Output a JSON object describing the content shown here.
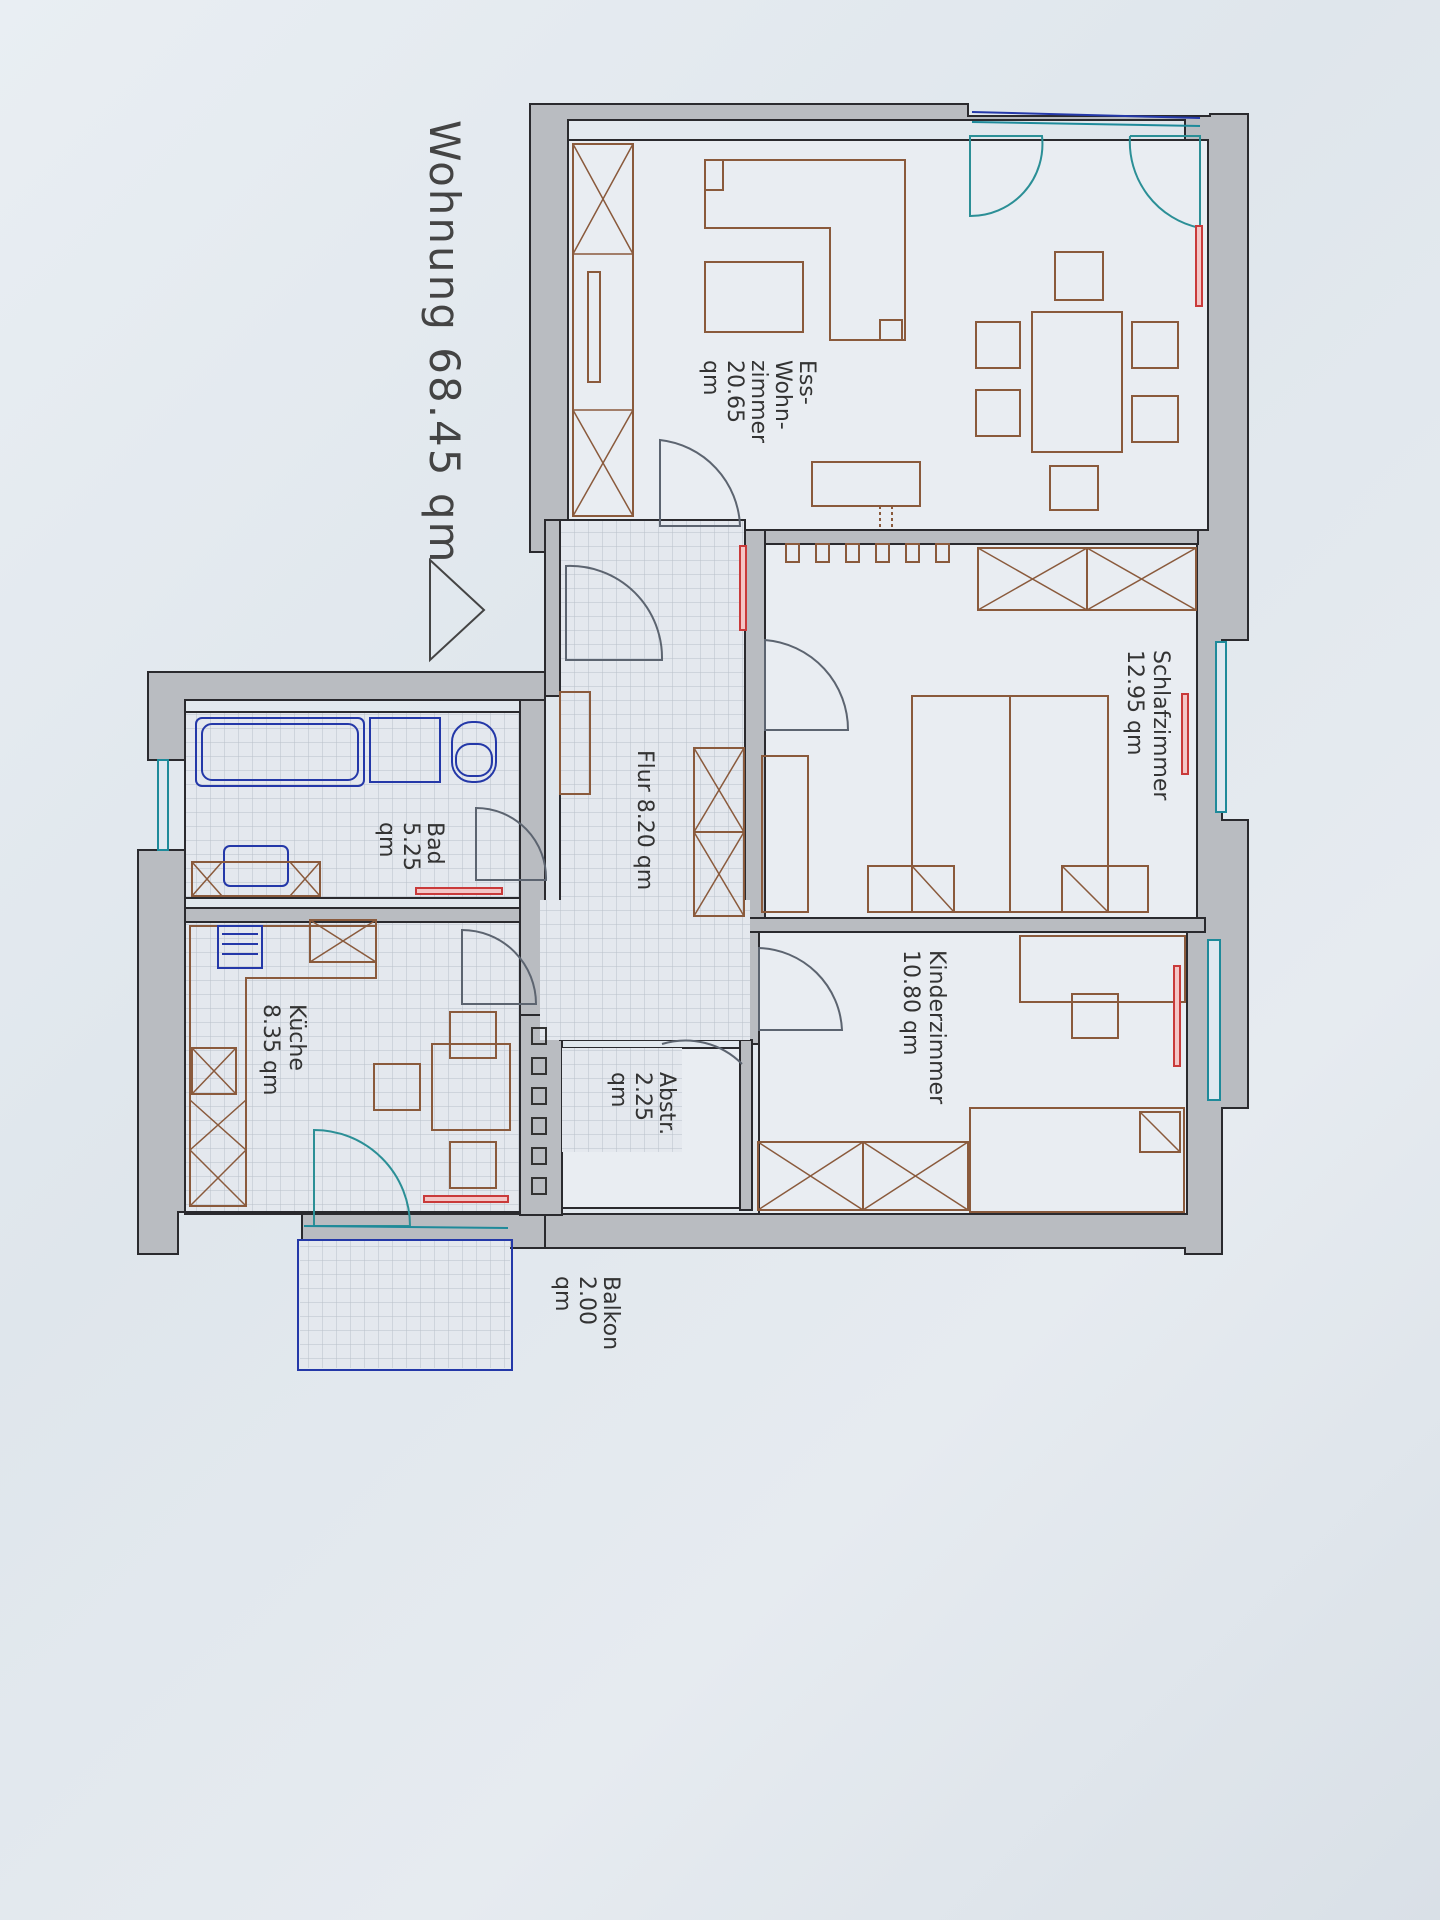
{
  "title": "Wohnung 68.45 qm",
  "rooms": {
    "ess_wohn": {
      "l1": "Ess-",
      "l2": "Wohn-",
      "l3": "zimmer",
      "l4": "20.65",
      "l5": "qm"
    },
    "schlaf": {
      "l1": "Schlafzimmer",
      "l2": "12.95 qm"
    },
    "kinder": {
      "l1": "Kinderzimmer",
      "l2": "10.80 qm"
    },
    "flur": {
      "l1": "Flur 8.20 qm"
    },
    "bad": {
      "l1": "Bad",
      "l2": "5.25",
      "l3": "qm"
    },
    "kueche": {
      "l1": "Küche",
      "l2": "8.35 qm"
    },
    "abstr": {
      "l1": "Abstr.",
      "l2": "2.25",
      "l3": "qm"
    },
    "balkon": {
      "l1": "Balkon",
      "l2": "2.00",
      "l3": "qm"
    }
  },
  "colors": {
    "wall": "#b9bcc1",
    "furniture": "#8a5a3c",
    "window": "#1e8a9a",
    "radiator": "#c93a3a",
    "sanitary": "#2438a8"
  }
}
